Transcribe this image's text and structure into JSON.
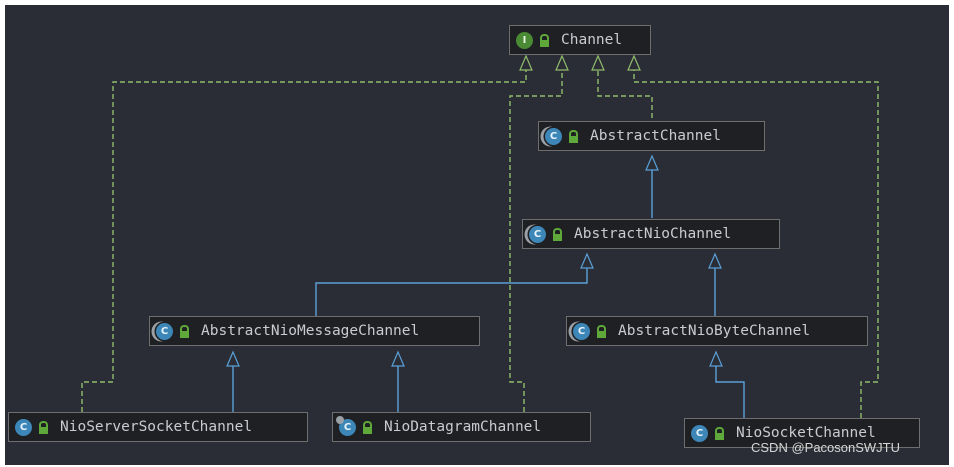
{
  "nodes": {
    "channel": {
      "name": "Channel",
      "kind": "interface",
      "kind_letter": "I"
    },
    "abstract_channel": {
      "name": "AbstractChannel",
      "kind": "abstract-class",
      "kind_letter": "C"
    },
    "abstract_nio_channel": {
      "name": "AbstractNioChannel",
      "kind": "abstract-class",
      "kind_letter": "C"
    },
    "abstract_nio_message_channel": {
      "name": "AbstractNioMessageChannel",
      "kind": "abstract-class",
      "kind_letter": "C"
    },
    "abstract_nio_byte_channel": {
      "name": "AbstractNioByteChannel",
      "kind": "abstract-class",
      "kind_letter": "C"
    },
    "nio_server_socket_channel": {
      "name": "NioServerSocketChannel",
      "kind": "class",
      "kind_letter": "C"
    },
    "nio_datagram_channel": {
      "name": "NioDatagramChannel",
      "kind": "final-class",
      "kind_letter": "C"
    },
    "nio_socket_channel": {
      "name": "NioSocketChannel",
      "kind": "class",
      "kind_letter": "C"
    }
  },
  "edges": [
    {
      "from": "abstract_channel",
      "to": "channel",
      "type": "implements"
    },
    {
      "from": "nio_server_socket_channel",
      "to": "channel",
      "type": "implements"
    },
    {
      "from": "nio_datagram_channel",
      "to": "channel",
      "type": "implements"
    },
    {
      "from": "nio_socket_channel",
      "to": "channel",
      "type": "implements"
    },
    {
      "from": "abstract_nio_channel",
      "to": "abstract_channel",
      "type": "extends"
    },
    {
      "from": "abstract_nio_message_channel",
      "to": "abstract_nio_channel",
      "type": "extends"
    },
    {
      "from": "abstract_nio_byte_channel",
      "to": "abstract_nio_channel",
      "type": "extends"
    },
    {
      "from": "nio_server_socket_channel",
      "to": "abstract_nio_message_channel",
      "type": "extends"
    },
    {
      "from": "nio_datagram_channel",
      "to": "abstract_nio_message_channel",
      "type": "extends"
    },
    {
      "from": "nio_socket_channel",
      "to": "abstract_nio_byte_channel",
      "type": "extends"
    }
  ],
  "colors": {
    "background": "#2b2d36",
    "node_fill": "#1f2023",
    "implements_edge": "#8fbd6a",
    "extends_edge": "#5aa0d8",
    "lock": "#5fa83a"
  },
  "watermark": "CSDN @PacosonSWJTU"
}
